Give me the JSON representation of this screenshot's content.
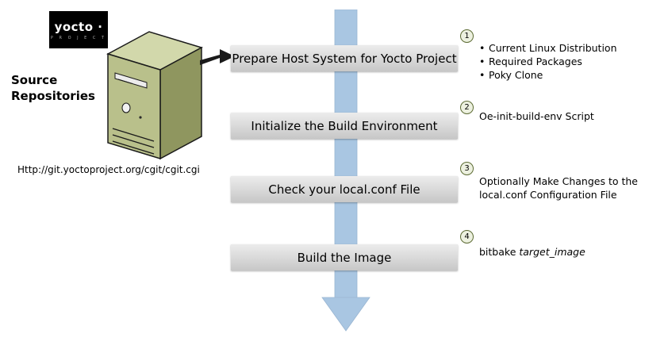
{
  "logo": {
    "brand": "yocto ·",
    "subtitle": "P R O J E C T"
  },
  "source": {
    "title_line1": "Source",
    "title_line2": "Repositories",
    "url": "Http://git.yoctoproject.org/cgit/cgit.cgi"
  },
  "steps": [
    {
      "num": "1",
      "label": "Prepare Host System for Yocto Project",
      "bullets": [
        "Current Linux Distribution",
        "Required Packages",
        "Poky Clone"
      ]
    },
    {
      "num": "2",
      "label": "Initialize the Build Environment",
      "note": "Oe-init-build-env Script"
    },
    {
      "num": "3",
      "label": "Check your local.conf File",
      "note_line1": "Optionally Make Changes to the",
      "note_line2": "local.conf Configuration File"
    },
    {
      "num": "4",
      "label": "Build the Image",
      "note_prefix": "bitbake",
      "note_italic": "target_image"
    }
  ],
  "colors": {
    "flow_arrow_blue": "#a9c6e2",
    "step_box_gray": "#d8d8d8",
    "badge_olive_border": "#5c6b33",
    "badge_fill": "#edf1e0",
    "server_front_green": "#b9c08b",
    "server_side_green": "#8f965f",
    "server_top_green": "#d2d8ab",
    "logo_background": "#000000"
  }
}
